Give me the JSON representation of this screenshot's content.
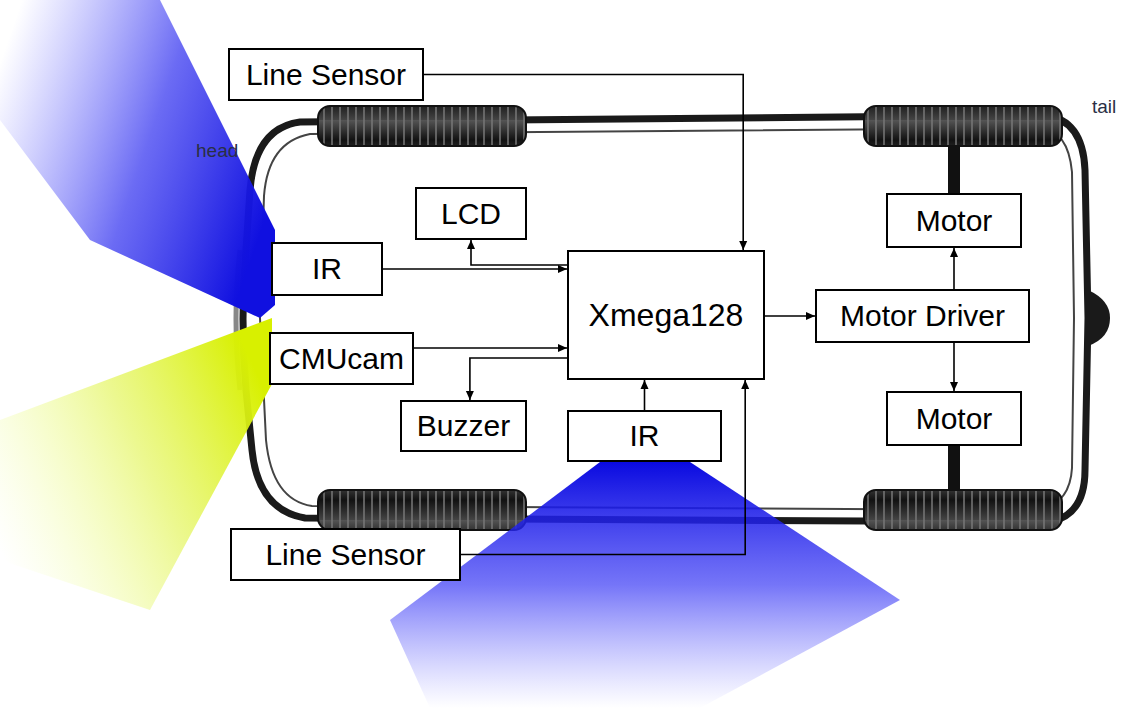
{
  "diagram": {
    "nodes": [
      {
        "text": [
          "Line Sensor"
        ]
      },
      {
        "text": [
          "LCD"
        ]
      },
      {
        "text": [
          "Xmega128"
        ]
      },
      {
        "text": [
          "Motor"
        ]
      },
      {
        "text": [
          "IR"
        ]
      },
      {
        "text": [
          "Motor Driver"
        ]
      },
      {
        "text": [
          "CMUcam"
        ]
      },
      {
        "text": [
          "Buzzer"
        ]
      },
      {
        "text": [
          "IR"
        ]
      },
      {
        "text": [
          "Motor"
        ]
      },
      {
        "text": [
          "Line Sensor"
        ]
      }
    ],
    "edges": [
      {
        "from": 0,
        "to": 2,
        "arrow": "to"
      },
      {
        "from": 2,
        "to": 1,
        "arrow": "to"
      },
      {
        "from": 4,
        "to": 2,
        "arrow": "to"
      },
      {
        "from": 6,
        "to": 2,
        "arrow": "to"
      },
      {
        "from": 2,
        "to": 7,
        "arrow": "to"
      },
      {
        "from": 8,
        "to": 2,
        "arrow": "to"
      },
      {
        "from": 10,
        "to": 2,
        "arrow": "to"
      },
      {
        "from": 2,
        "to": 5,
        "arrow": "to"
      },
      {
        "from": 5,
        "to": 3,
        "arrow": "to"
      },
      {
        "from": 5,
        "to": 9,
        "arrow": "to"
      }
    ],
    "labels": [
      "head",
      "tail"
    ]
  }
}
